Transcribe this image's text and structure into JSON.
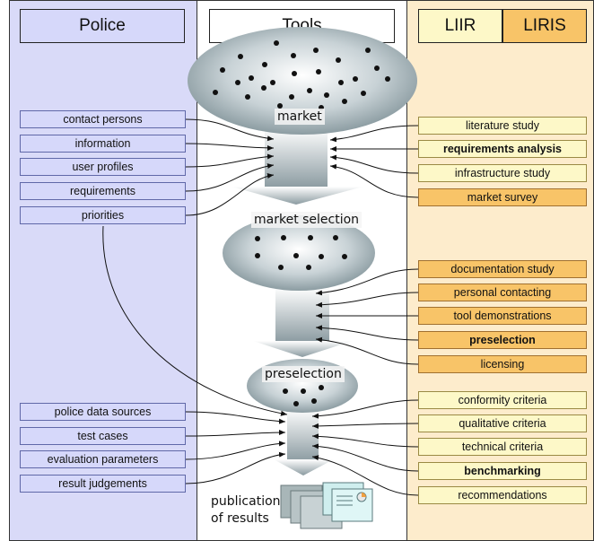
{
  "columns": {
    "police": "Police",
    "tools": "Tools",
    "liir": "LIIR",
    "liris": "LIRIS"
  },
  "stages": {
    "market": "market",
    "market_selection": "market selection",
    "preselection": "preselection",
    "publication_line1": "publication",
    "publication_line2": "of results"
  },
  "police_inputs": [
    "contact persons",
    "information",
    "user profiles",
    "requirements",
    "priorities",
    "police data sources",
    "test cases",
    "evaluation parameters",
    "result judgements"
  ],
  "liir_inputs": [
    "literature study",
    "requirements analysis",
    "infrastructure study",
    "market survey",
    "documentation study",
    "personal contacting",
    "tool demonstrations",
    "preselection",
    "licensing",
    "conformity criteria",
    "qualitative criteria",
    "technical criteria",
    "benchmarking",
    "recommendations"
  ],
  "colors": {
    "police_bg": "#d9daf8",
    "liir_bg": "#fdeccc",
    "liir_box": "#fdf8c8",
    "liris_box": "#f8c468"
  }
}
